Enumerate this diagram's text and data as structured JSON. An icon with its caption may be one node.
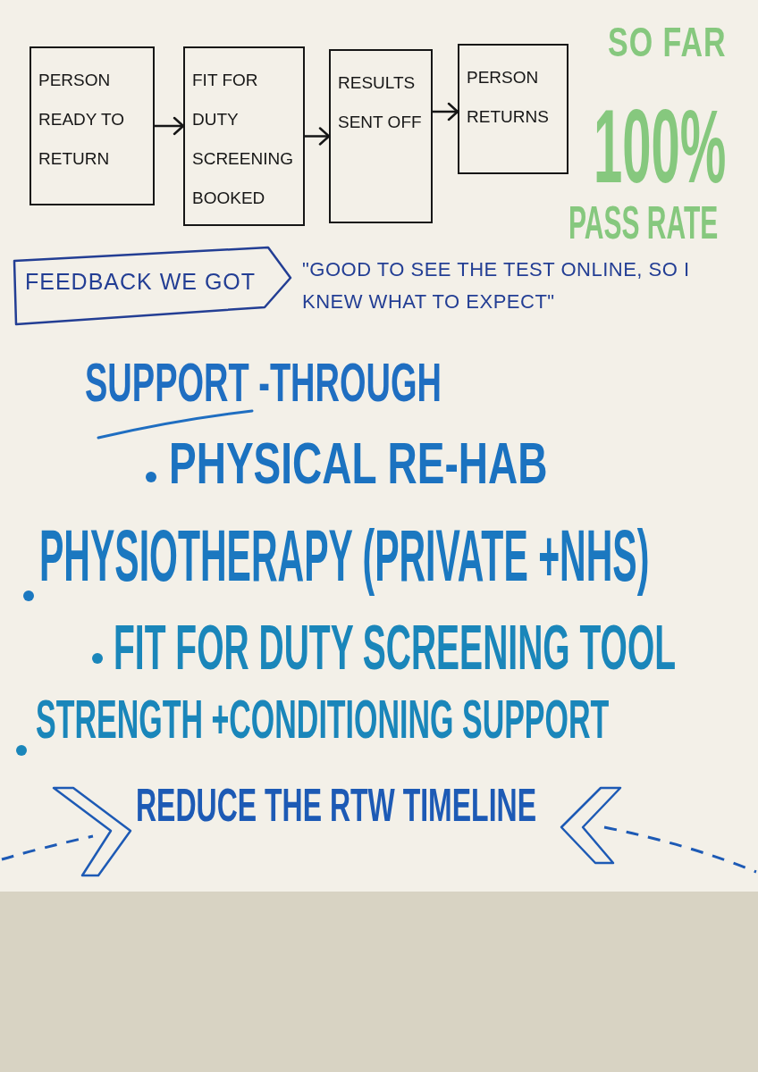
{
  "diagram": {
    "nodes": [
      {
        "text": [
          "PERSON READY TO RETURN"
        ]
      },
      {
        "text": [
          "FIT FOR DUTY SCREENING BOOKED"
        ]
      },
      {
        "text": [
          "RESULTS SENT OFF"
        ]
      },
      {
        "text": [
          "PERSON RETURNS"
        ]
      },
      {
        "text": [
          "FEEDBACK WE GOT"
        ],
        "beside": [
          "\"GOOD TO SEE THE TEST ONLINE, SO I KNEW WHAT TO EXPECT\""
        ]
      }
    ],
    "edges": [
      {
        "from": 0,
        "to": 1,
        "arrow": "to"
      },
      {
        "from": 1,
        "to": 2,
        "arrow": "to"
      },
      {
        "from": 2,
        "to": 3,
        "arrow": "to"
      }
    ],
    "labels": [
      "SO FAR",
      "100%",
      "PASS RATE",
      "SUPPORT -THROUGH",
      "PHYSICAL RE-HAB",
      "PHYSIOTHERAPY (PRIVATE +NHS)",
      "FIT FOR DUTY SCREENING TOOL",
      "STRENGTH +CONDITIONING SUPPORT",
      "REDUCE THE RTW TIMELINE"
    ]
  }
}
